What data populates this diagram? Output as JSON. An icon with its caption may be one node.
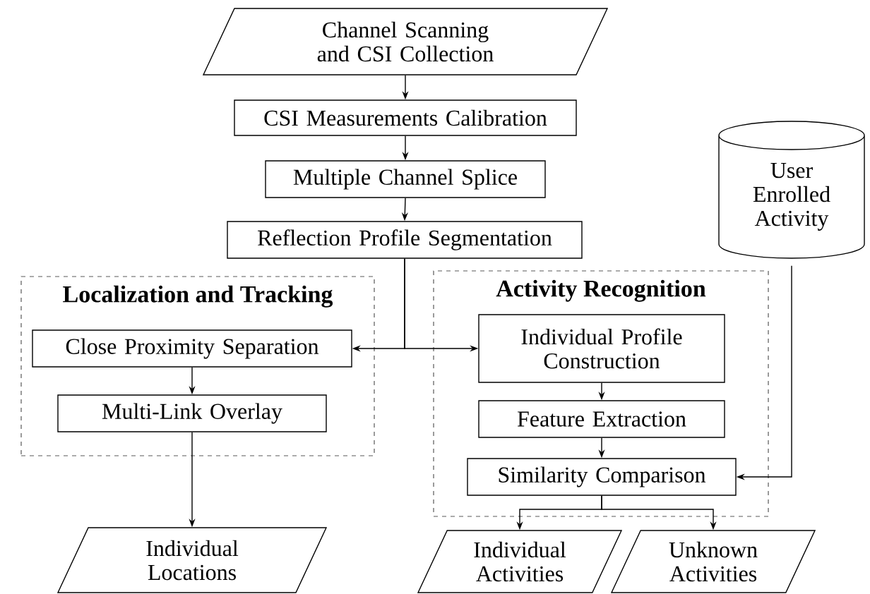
{
  "diagram": {
    "nodes": [
      {
        "text": [
          "Channel Scanning and CSI Collection"
        ]
      },
      {
        "text": [
          "CSI  Measurements Calibration"
        ]
      },
      {
        "text": [
          "Multiple Channel Splice"
        ]
      },
      {
        "text": [
          "Reflection Profile Segmentation"
        ]
      },
      {
        "text": [
          "User Enrolled Activity"
        ]
      },
      {
        "text": [
          "Localization and Tracking"
        ]
      },
      {
        "text": [
          "Close Proximity Separation"
        ],
        "in": 5
      },
      {
        "text": [
          "Multi-Link Overlay"
        ],
        "in": 5
      },
      {
        "text": [
          "Activity Recognition"
        ]
      },
      {
        "text": [
          "Individual Profile Construction"
        ],
        "in": 8
      },
      {
        "text": [
          "Feature Extraction"
        ],
        "in": 8
      },
      {
        "text": [
          "Similarity Comparison"
        ],
        "in": 8
      },
      {
        "text": [
          "Individual Locations"
        ]
      },
      {
        "text": [
          "Individual Activities"
        ]
      },
      {
        "text": [
          "Unknown Activities"
        ]
      }
    ],
    "edges": [
      {
        "from": 0,
        "to": 1,
        "arrow": "to"
      },
      {
        "from": 1,
        "to": 2,
        "arrow": "to"
      },
      {
        "from": 2,
        "to": 3,
        "arrow": "to"
      },
      {
        "from": 3,
        "to": 6,
        "arrow": "to"
      },
      {
        "from": 3,
        "to": 9,
        "arrow": "to"
      },
      {
        "from": 6,
        "to": 7,
        "arrow": "to"
      },
      {
        "from": 7,
        "to": 12,
        "arrow": "to"
      },
      {
        "from": 9,
        "to": 10,
        "arrow": "to"
      },
      {
        "from": 10,
        "to": 11,
        "arrow": "to"
      },
      {
        "from": 4,
        "to": 11,
        "arrow": "to"
      },
      {
        "from": 11,
        "to": 13,
        "arrow": "to"
      },
      {
        "from": 11,
        "to": 14,
        "arrow": "to"
      }
    ]
  }
}
